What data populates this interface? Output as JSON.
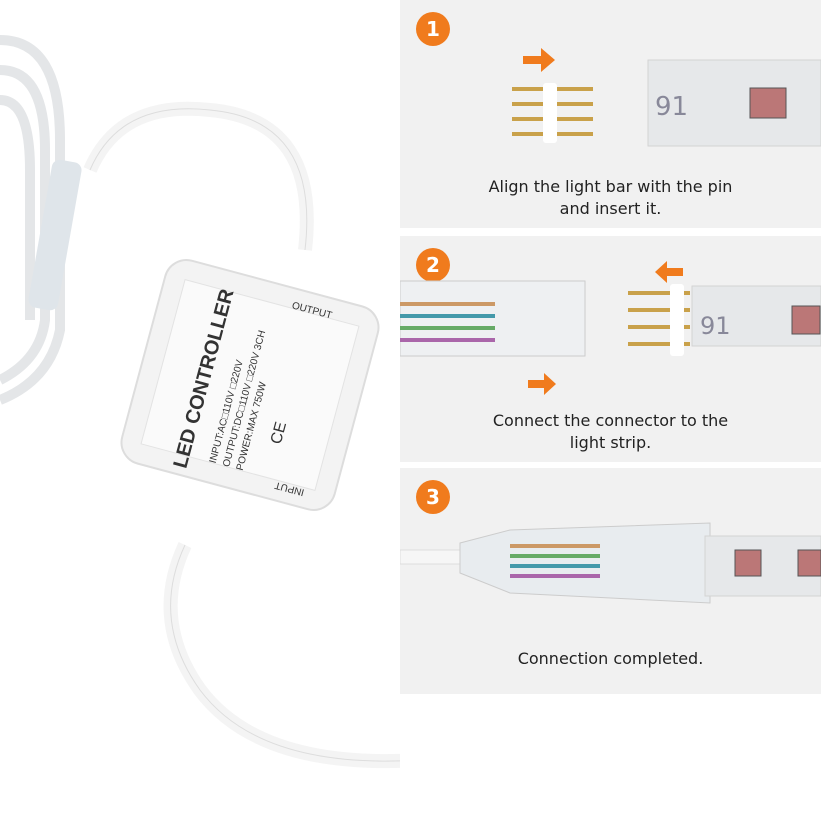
{
  "controller": {
    "title": "LED CONTROLLER",
    "output_label": "OUTPUT",
    "input_label": "INPUT",
    "spec_lines": [
      "INPUT:AC□110V □220V",
      "OUTPUT:DC□110V □220V 3CH",
      "POWER:MAX 750W"
    ],
    "ce_mark": "CE"
  },
  "steps": [
    {
      "number": "1",
      "caption_lines": [
        "Align the light bar with the pin",
        "and insert it."
      ]
    },
    {
      "number": "2",
      "caption_lines": [
        "Connect the connector to the",
        "light strip."
      ]
    },
    {
      "number": "3",
      "caption_lines": [
        "Connection completed."
      ]
    }
  ],
  "strip_marking": "91",
  "colors": {
    "accent": "#f07b1d",
    "panel": "#f1f1f1"
  }
}
